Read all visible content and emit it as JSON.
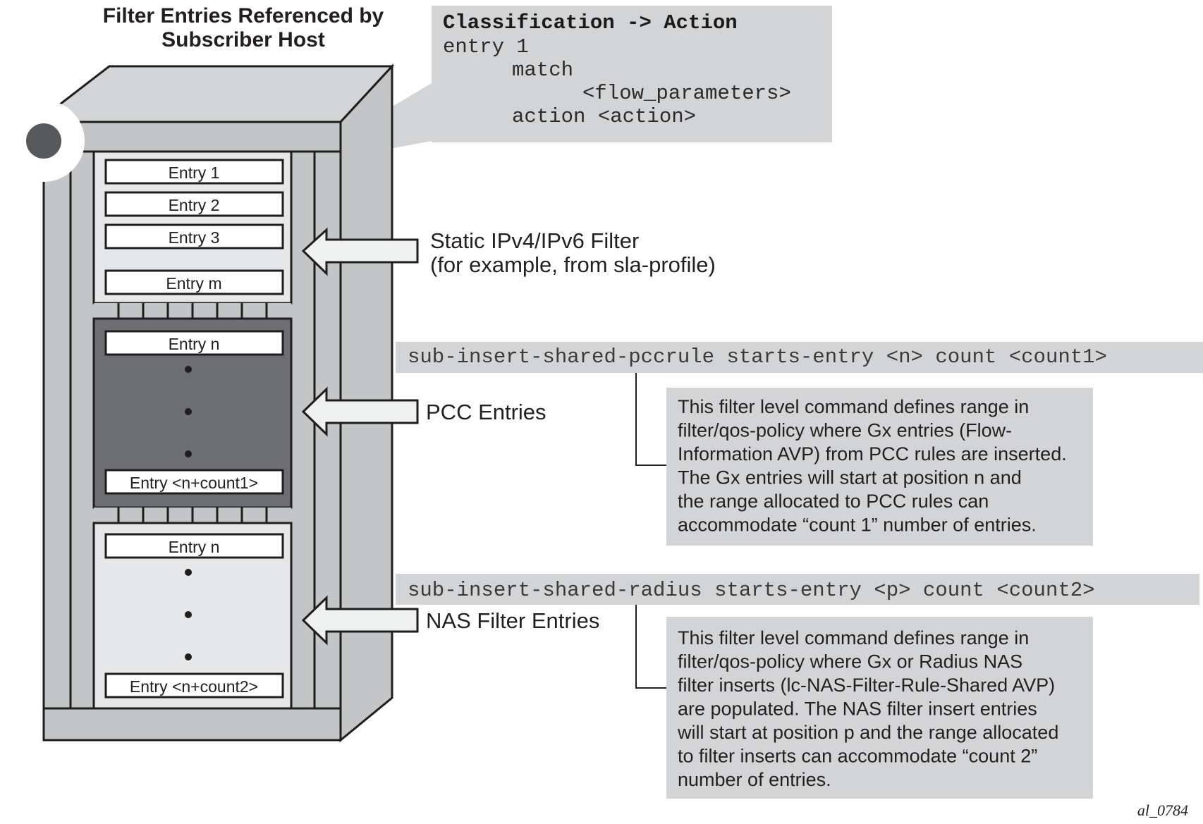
{
  "title": {
    "lines": [
      "Filter Entries Referenced by",
      "Subscriber Host"
    ]
  },
  "callout_code": {
    "heading": "Classification -> Action",
    "lines": [
      "entry 1",
      "match",
      "<flow_parameters>",
      "action <action>"
    ]
  },
  "cabinet": {
    "static_section": {
      "entries": [
        "Entry 1",
        "Entry 2",
        "Entry 3",
        "Entry m"
      ]
    },
    "pcc_section": {
      "first_entry": "Entry n",
      "last_entry": "Entry <n+count1>"
    },
    "nas_section": {
      "first_entry": "Entry n",
      "last_entry": "Entry <n+count2>"
    }
  },
  "arrows": {
    "static": {
      "icon": "left-arrow-icon",
      "label_lines": [
        "Static IPv4/IPv6 Filter",
        "(for example, from sla-profile)"
      ]
    },
    "pcc": {
      "icon": "left-arrow-icon",
      "label": "PCC Entries"
    },
    "nas": {
      "icon": "left-arrow-icon",
      "label": "NAS Filter Entries"
    }
  },
  "commands": {
    "pcc": {
      "command": "sub-insert-shared-pccrule starts-entry <n> count <count1>",
      "description_lines": [
        "This filter level command defines range in",
        "filter/qos-policy where Gx entries (Flow-",
        "Information AVP) from PCC rules are inserted.",
        "The Gx entries will start at position n and",
        "the range allocated to PCC rules can",
        "accommodate “count 1” number of entries."
      ]
    },
    "radius": {
      "command": "sub-insert-shared-radius starts-entry <p> count <count2>",
      "description_lines": [
        "This filter level command defines range in",
        "filter/qos-policy where Gx or Radius NAS",
        "filter inserts (lc-NAS-Filter-Rule-Shared AVP)",
        "are populated. The NAS filter insert entries",
        "will start at position p and the range allocated",
        "to filter inserts can accommodate “count 2”",
        "number of entries."
      ]
    }
  },
  "figure_id": "al_0784",
  "colors": {
    "panel_gray": "#d3d4d6",
    "cabinet_gray": "#c4c5c7",
    "light_panel": "#e6e7e8",
    "pcc_dark": "#6d6e71",
    "arrow_fill": "#eff0f0",
    "line": "#1e1e1e",
    "dot": "#58595b"
  }
}
